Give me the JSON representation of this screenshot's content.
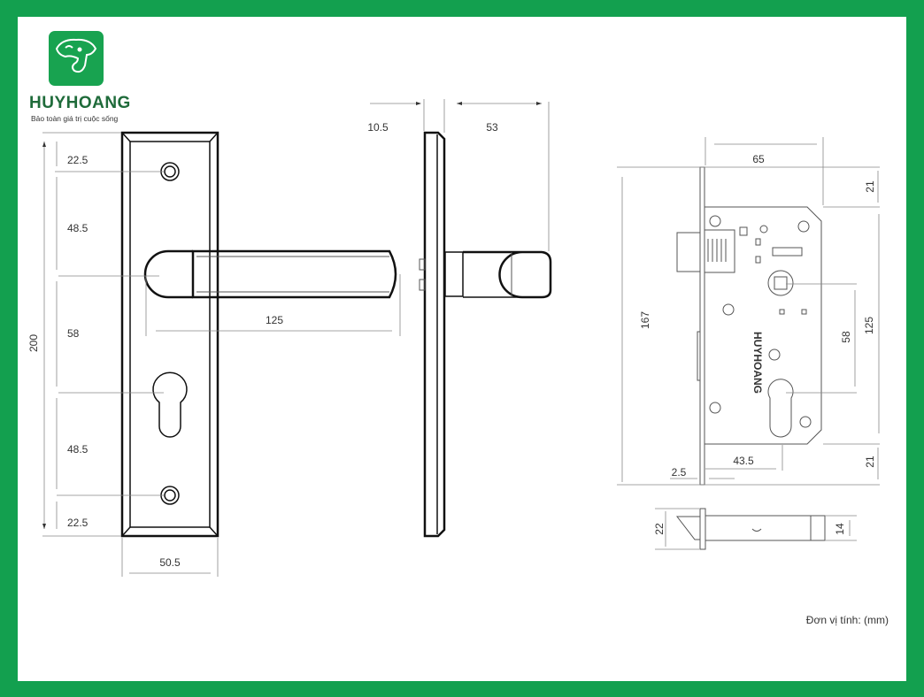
{
  "brand": {
    "name": "HUYHOANG",
    "tagline": "Bảo toàn giá trị cuộc sống",
    "logo_icon": "elephant-icon",
    "colors": {
      "frame": "#13a04f",
      "logo_bg": "#18a350",
      "brand_text": "#1f6b3a"
    }
  },
  "front_view": {
    "total_height": "200",
    "segments": [
      "22.5",
      "48.5",
      "58",
      "48.5",
      "22.5"
    ],
    "plate_width": "50.5",
    "handle_length": "125"
  },
  "side_view": {
    "plate_thickness": "10.5",
    "handle_projection": "53"
  },
  "lock_body": {
    "depth": "65",
    "top_offset": "21",
    "bottom_offset": "21",
    "faceplate_height": "167",
    "body_height": "125",
    "center_distance": "58",
    "backset": "43.5",
    "faceplate_thickness": "2.5",
    "engraving": "HUYHOANG"
  },
  "lock_bottom_view": {
    "faceplate_width": "22",
    "body_width": "14"
  },
  "unit_note": "Đơn vị tính: (mm)"
}
